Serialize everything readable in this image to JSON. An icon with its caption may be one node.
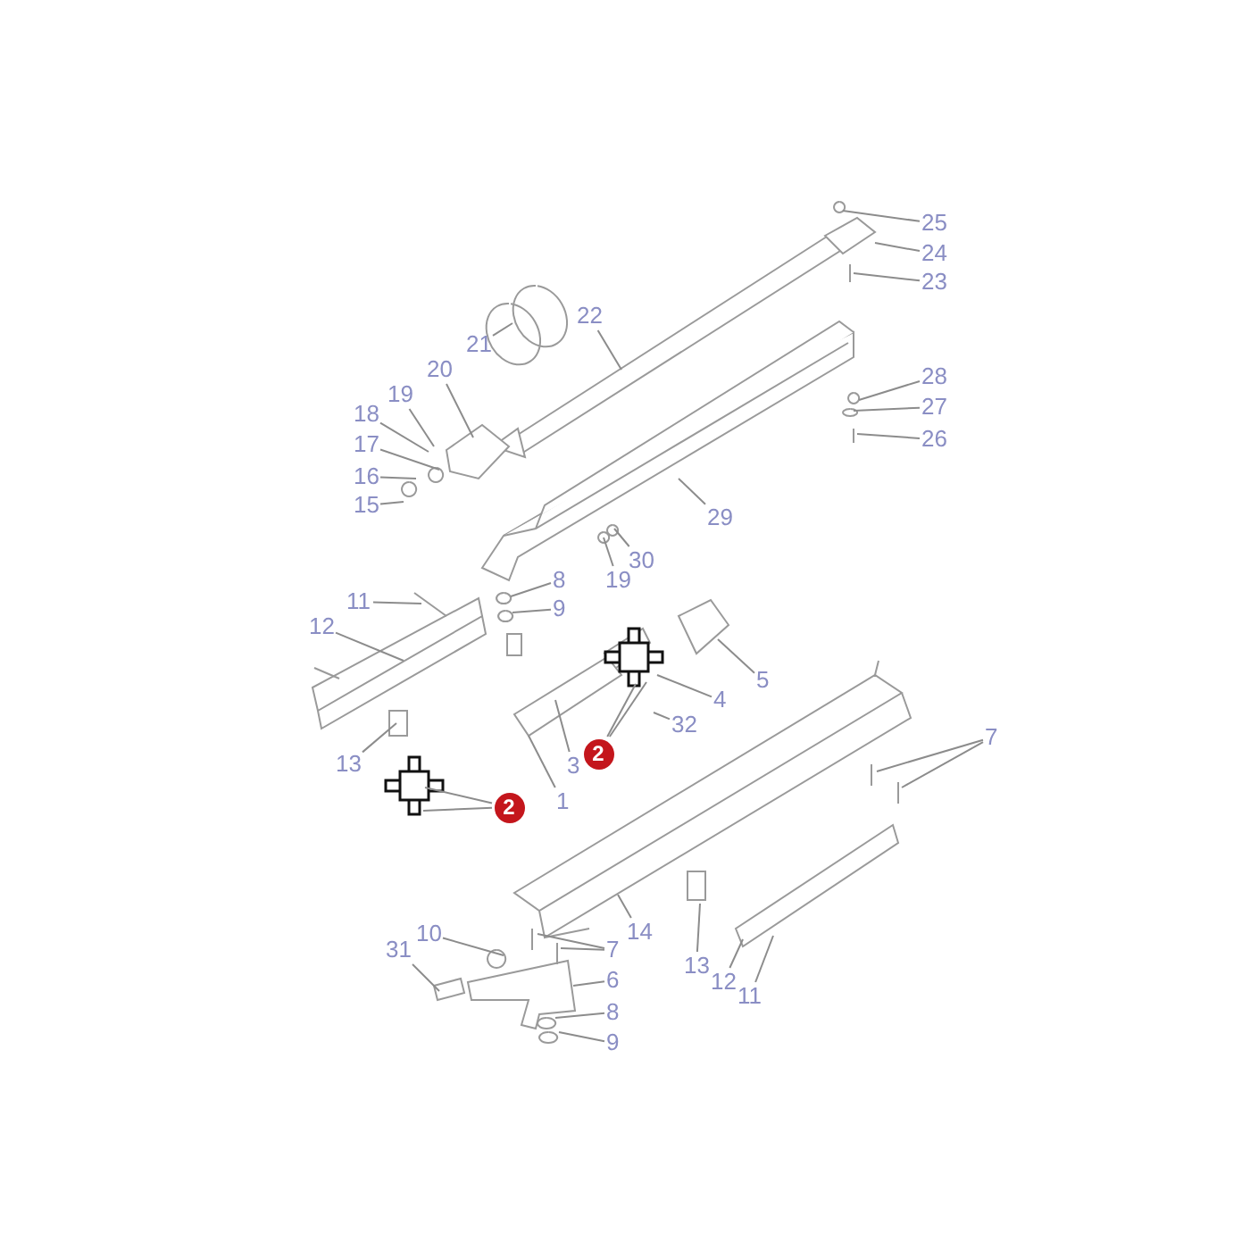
{
  "diagram": {
    "nodes": [
      {
        "text": [
          "25"
        ]
      },
      {
        "text": [
          "24"
        ]
      },
      {
        "text": [
          "23"
        ]
      },
      {
        "text": [
          "22"
        ]
      },
      {
        "text": [
          "21"
        ]
      },
      {
        "text": [
          "28"
        ]
      },
      {
        "text": [
          "27"
        ]
      },
      {
        "text": [
          "20"
        ]
      },
      {
        "text": [
          "26"
        ]
      },
      {
        "text": [
          "19"
        ]
      },
      {
        "text": [
          "18"
        ]
      },
      {
        "text": [
          "17"
        ]
      },
      {
        "text": [
          "16"
        ]
      },
      {
        "text": [
          "15"
        ]
      },
      {
        "text": [
          "29"
        ]
      },
      {
        "text": [
          "30"
        ]
      },
      {
        "text": [
          "19"
        ]
      },
      {
        "text": [
          "8"
        ]
      },
      {
        "text": [
          "11"
        ]
      },
      {
        "text": [
          "9"
        ]
      },
      {
        "text": [
          "12"
        ]
      },
      {
        "text": [
          "5"
        ]
      },
      {
        "text": [
          "4"
        ]
      },
      {
        "text": [
          "32"
        ]
      },
      {
        "text": [
          "7"
        ]
      },
      {
        "text": [
          "2"
        ]
      },
      {
        "text": [
          "13"
        ]
      },
      {
        "text": [
          "3"
        ]
      },
      {
        "text": [
          "1"
        ]
      },
      {
        "text": [
          "2"
        ]
      },
      {
        "text": [
          "14"
        ]
      },
      {
        "text": [
          "10"
        ]
      },
      {
        "text": [
          "7"
        ]
      },
      {
        "text": [
          "31"
        ]
      },
      {
        "text": [
          "13"
        ]
      },
      {
        "text": [
          "6"
        ]
      },
      {
        "text": [
          "12"
        ]
      },
      {
        "text": [
          "11"
        ]
      },
      {
        "text": [
          "8"
        ]
      },
      {
        "text": [
          "9"
        ]
      }
    ],
    "edges": [
      {
        "from": 0,
        "to": null,
        "arrow": "none"
      },
      {
        "from": 1,
        "to": null,
        "arrow": "none"
      },
      {
        "from": 2,
        "to": null,
        "arrow": "none"
      },
      {
        "from": 3,
        "to": null,
        "arrow": "none"
      },
      {
        "from": 4,
        "to": null,
        "arrow": "none"
      },
      {
        "from": 5,
        "to": null,
        "arrow": "none"
      },
      {
        "from": 6,
        "to": null,
        "arrow": "none"
      },
      {
        "from": 7,
        "to": null,
        "arrow": "none"
      },
      {
        "from": 8,
        "to": null,
        "arrow": "none"
      },
      {
        "from": 9,
        "to": null,
        "arrow": "none"
      },
      {
        "from": 10,
        "to": null,
        "arrow": "none"
      },
      {
        "from": 11,
        "to": null,
        "arrow": "none"
      },
      {
        "from": 12,
        "to": null,
        "arrow": "none"
      },
      {
        "from": 13,
        "to": null,
        "arrow": "none"
      },
      {
        "from": 14,
        "to": null,
        "arrow": "none"
      },
      {
        "from": 15,
        "to": null,
        "arrow": "none"
      },
      {
        "from": 16,
        "to": null,
        "arrow": "none"
      },
      {
        "from": 17,
        "to": null,
        "arrow": "none"
      },
      {
        "from": 18,
        "to": null,
        "arrow": "none"
      },
      {
        "from": 19,
        "to": null,
        "arrow": "none"
      },
      {
        "from": 20,
        "to": null,
        "arrow": "none"
      },
      {
        "from": 21,
        "to": null,
        "arrow": "none"
      },
      {
        "from": 22,
        "to": null,
        "arrow": "none"
      },
      {
        "from": 23,
        "to": null,
        "arrow": "none"
      },
      {
        "from": 24,
        "to": null,
        "arrow": "none"
      },
      {
        "from": 24,
        "to": null,
        "arrow": "none"
      },
      {
        "from": 25,
        "to": null,
        "arrow": "none"
      },
      {
        "from": 25,
        "to": null,
        "arrow": "none"
      },
      {
        "from": 26,
        "to": null,
        "arrow": "none"
      },
      {
        "from": 27,
        "to": null,
        "arrow": "none"
      },
      {
        "from": 28,
        "to": null,
        "arrow": "none"
      },
      {
        "from": 29,
        "to": null,
        "arrow": "none"
      },
      {
        "from": 29,
        "to": null,
        "arrow": "none"
      },
      {
        "from": 30,
        "to": null,
        "arrow": "none"
      },
      {
        "from": 31,
        "to": null,
        "arrow": "none"
      },
      {
        "from": 32,
        "to": null,
        "arrow": "none"
      },
      {
        "from": 32,
        "to": null,
        "arrow": "none"
      },
      {
        "from": 33,
        "to": null,
        "arrow": "none"
      },
      {
        "from": 34,
        "to": null,
        "arrow": "none"
      },
      {
        "from": 35,
        "to": null,
        "arrow": "none"
      },
      {
        "from": 36,
        "to": null,
        "arrow": "none"
      },
      {
        "from": 37,
        "to": null,
        "arrow": "none"
      },
      {
        "from": 38,
        "to": null,
        "arrow": "none"
      },
      {
        "from": 39,
        "to": null,
        "arrow": "none"
      }
    ]
  }
}
